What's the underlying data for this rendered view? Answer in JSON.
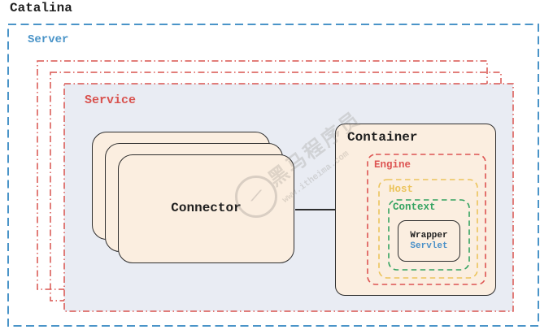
{
  "title": "Catalina",
  "diagram": {
    "server": {
      "label": "Server",
      "color": "#4a94c8",
      "border_style": "dashed"
    },
    "service": {
      "label": "Service",
      "color": "#d9534f",
      "border_style": "dash-dot",
      "stack_count": 3,
      "fill": "#e9ecf3"
    },
    "connector": {
      "label": "Connector",
      "stack_count": 3,
      "fill": "#fbeee0"
    },
    "container": {
      "label": "Container",
      "fill": "#fbeee0"
    },
    "engine": {
      "label": "Engine",
      "color": "#dd5452",
      "border_style": "dashed"
    },
    "host": {
      "label": "Host",
      "color": "#ecc45c",
      "border_style": "dashed"
    },
    "context": {
      "label": "Context",
      "color": "#34a361",
      "border_style": "dashed"
    },
    "wrapper": {
      "label": "Wrapper",
      "color": "#1f1f1f"
    },
    "servlet": {
      "label": "Servlet",
      "color": "#4a90c8"
    }
  },
  "watermark": {
    "brand": "黑马程序员",
    "url": "www.itheima.com",
    "logo_glyph": "⟋"
  },
  "colors": {
    "background": "#ffffff",
    "solid_border": "#2e2e2e",
    "cream_fill": "#fbeee0",
    "service_fill": "#e9ecf3",
    "text_black": "#1f1f1f"
  }
}
